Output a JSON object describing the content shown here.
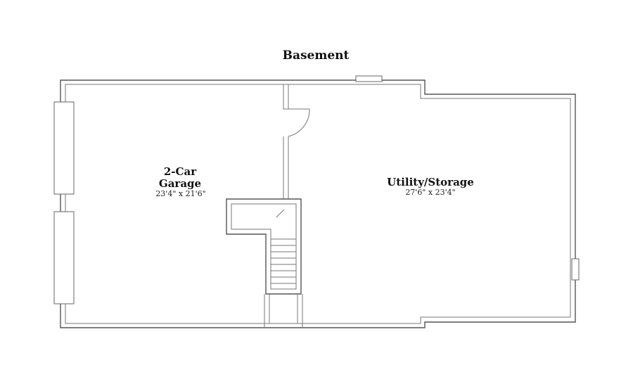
{
  "plan": {
    "title": "Basement",
    "rooms": [
      {
        "name_line1": "2-Car",
        "name_line2": "Garage",
        "dimensions": "23'4\" x 21'6\""
      },
      {
        "name_line1": "Utility/Storage",
        "name_line2": "",
        "dimensions": "27'6\" x 23'4\""
      }
    ]
  }
}
